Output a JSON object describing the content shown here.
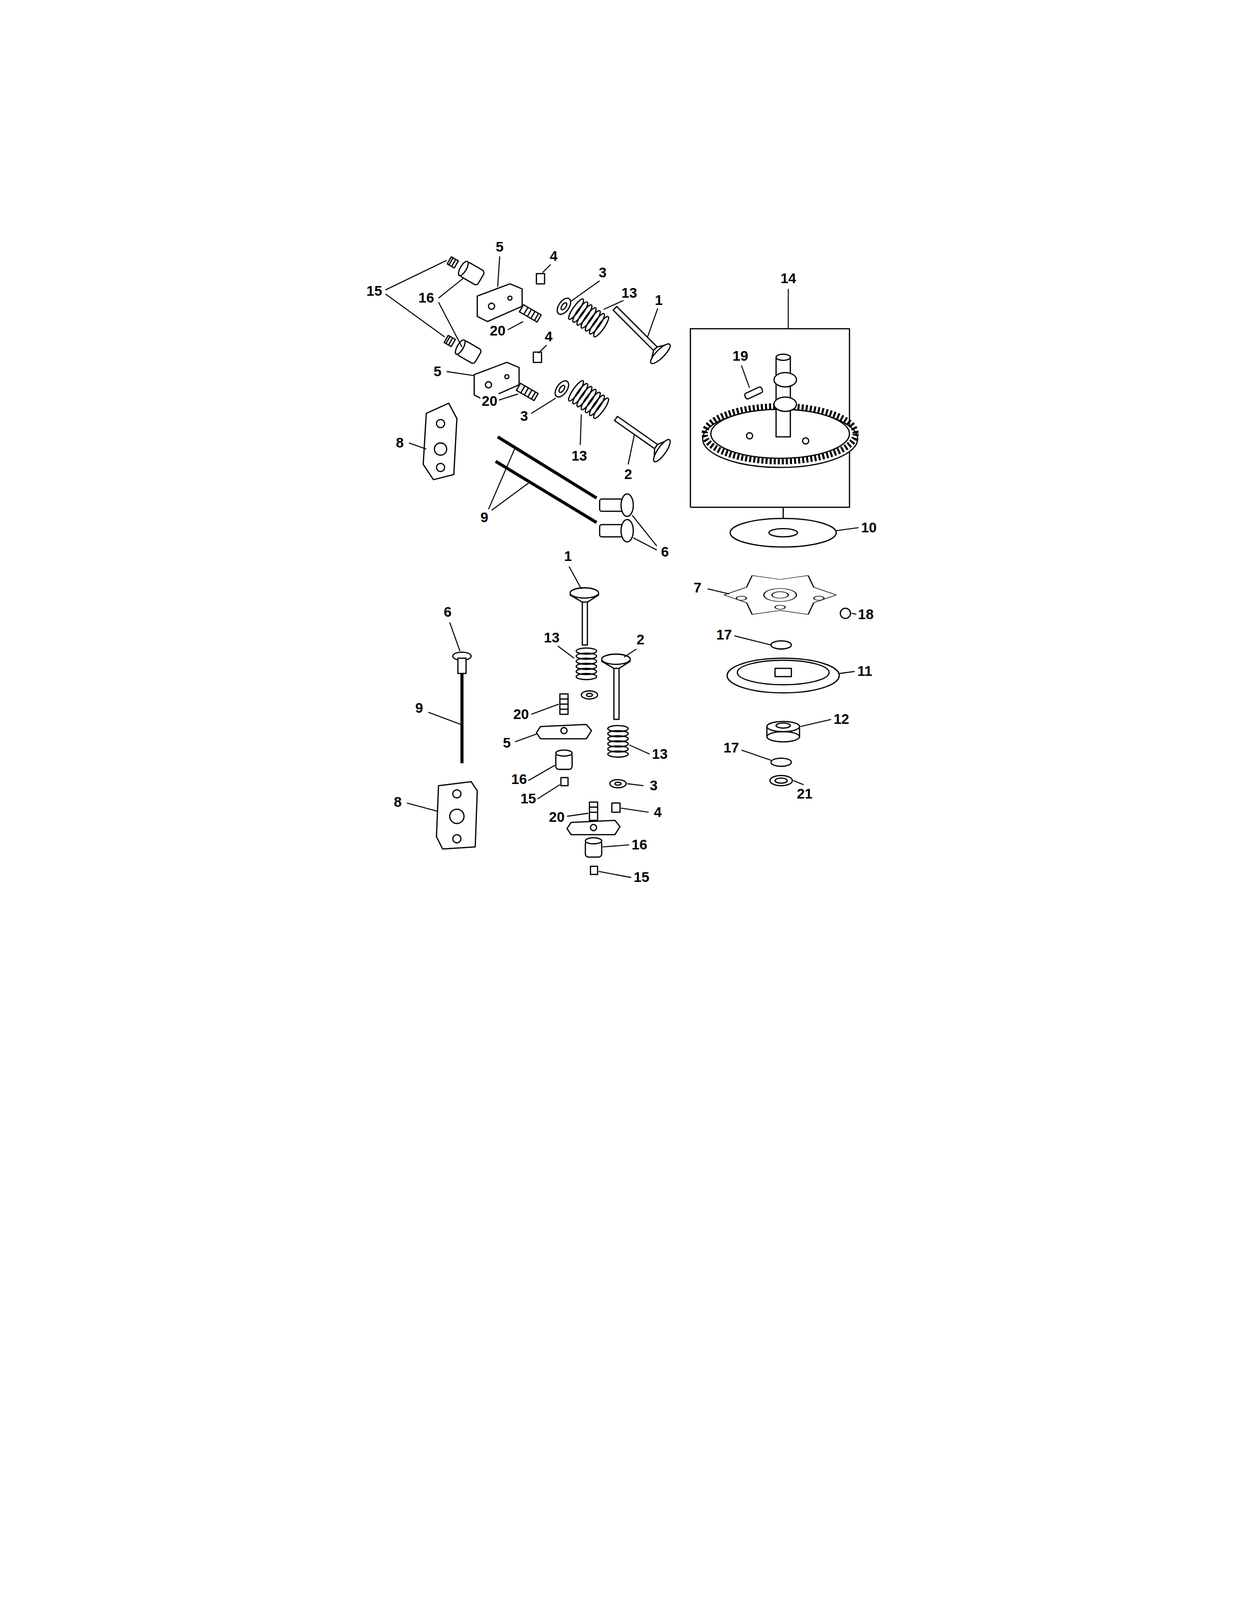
{
  "diagram": {
    "labels": [
      "15",
      "16",
      "5",
      "4",
      "3",
      "13",
      "1",
      "20",
      "4",
      "5",
      "20",
      "3",
      "13",
      "2",
      "8",
      "9",
      "6",
      "14",
      "19",
      "10",
      "7",
      "18",
      "17",
      "11",
      "12",
      "17",
      "21",
      "1",
      "13",
      "2",
      "20",
      "5",
      "13",
      "16",
      "15",
      "3",
      "4",
      "20",
      "16",
      "15",
      "6",
      "9",
      "8"
    ]
  }
}
